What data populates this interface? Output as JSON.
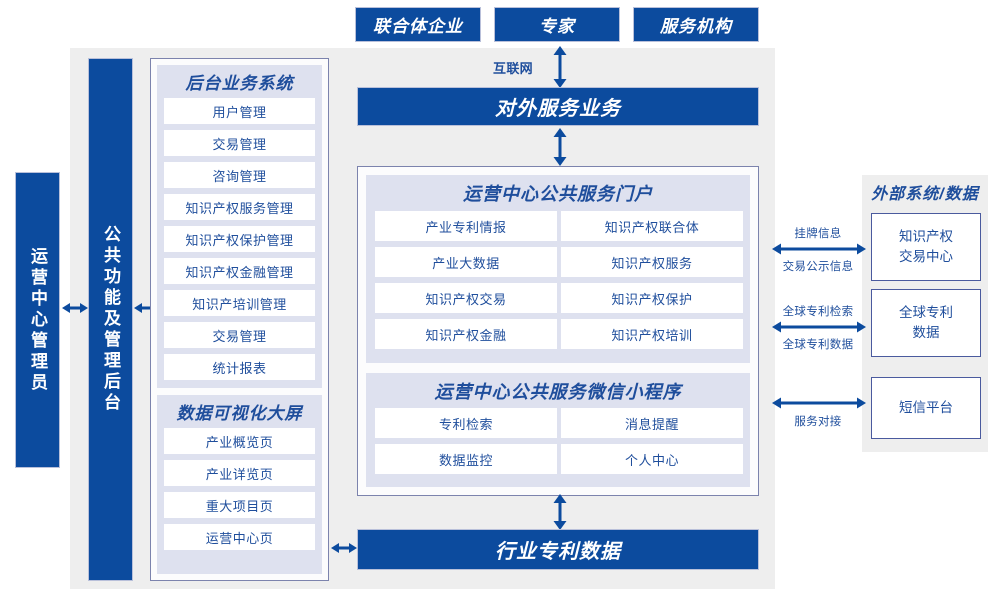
{
  "colors": {
    "brand_blue": "#0c4b9e",
    "text_blue": "#1f4e9c",
    "panel_lavender": "#dee1ef",
    "backdrop_gray": "#eeeeee",
    "border_purple": "#7c83ad"
  },
  "top_actors": [
    {
      "label": "联合体企业"
    },
    {
      "label": "专家"
    },
    {
      "label": "服务机构"
    }
  ],
  "internet_label": "互联网",
  "external_service_bar": "对外服务业务",
  "industry_data_bar": "行业专利数据",
  "left_rail": {
    "admin_bar": "运营中心管理员",
    "common_bar": "公共功能及管理后台"
  },
  "backend_system": {
    "title": "后台业务系统",
    "items": [
      "用户管理",
      "交易管理",
      "咨询管理",
      "知识产权服务管理",
      "知识产权保护管理",
      "知识产权金融管理",
      "知识产培训管理",
      "交易管理",
      "统计报表"
    ]
  },
  "dataviz_screen": {
    "title": "数据可视化大屏",
    "items": [
      "产业概览页",
      "产业详览页",
      "重大项目页",
      "运营中心页"
    ]
  },
  "service_portal": {
    "title": "运营中心公共服务门户",
    "items": [
      "产业专利情报",
      "知识产权联合体",
      "产业大数据",
      "知识产权服务",
      "知识产权交易",
      "知识产权保护",
      "知识产权金融",
      "知识产权培训"
    ]
  },
  "mini_program": {
    "title": "运营中心公共服务微信小程序",
    "items": [
      "专利检索",
      "消息提醒",
      "数据监控",
      "个人中心"
    ]
  },
  "external_systems": {
    "title": "外部系统/数据",
    "boxes": [
      {
        "label": "知识产权\n交易中心"
      },
      {
        "label": "全球专利\n数据"
      },
      {
        "label": "短信平台"
      }
    ],
    "connections": [
      {
        "above": "挂牌信息",
        "below": "交易公示信息"
      },
      {
        "above": "全球专利检索",
        "below": "全球专利数据"
      },
      {
        "above": "",
        "below": "服务对接"
      }
    ]
  }
}
